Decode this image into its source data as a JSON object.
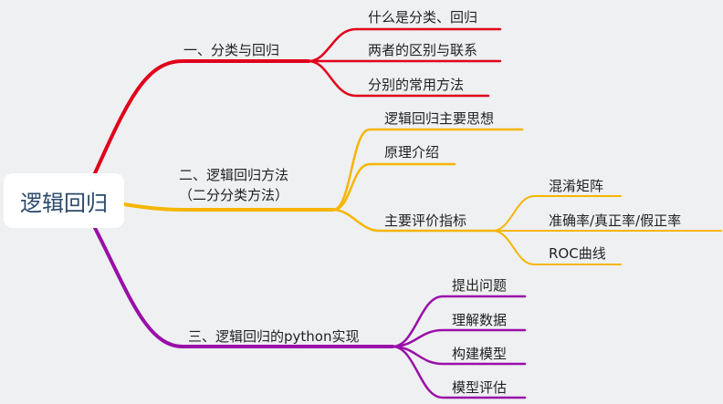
{
  "central": {
    "label": "逻辑回归"
  },
  "branches": [
    {
      "label": "一、分类与回归",
      "color": "#e0001a",
      "children": [
        {
          "label": "什么是分类、回归"
        },
        {
          "label": "两者的区别与联系"
        },
        {
          "label": "分别的常用方法"
        }
      ]
    },
    {
      "label_line1": "二、逻辑回归方法",
      "label_line2": "（二分分类方法）",
      "color": "#f7b500",
      "children": [
        {
          "label": "逻辑回归主要思想"
        },
        {
          "label": "原理介绍"
        },
        {
          "label": "主要评价指标",
          "children": [
            {
              "label": "混淆矩阵"
            },
            {
              "label": "准确率/真正率/假正率"
            },
            {
              "label": "ROC曲线"
            }
          ]
        }
      ]
    },
    {
      "label": "三、逻辑回归的python实现",
      "color": "#9a0fa8",
      "children": [
        {
          "label": "提出问题"
        },
        {
          "label": "理解数据"
        },
        {
          "label": "构建模型"
        },
        {
          "label": "模型评估"
        }
      ]
    }
  ]
}
